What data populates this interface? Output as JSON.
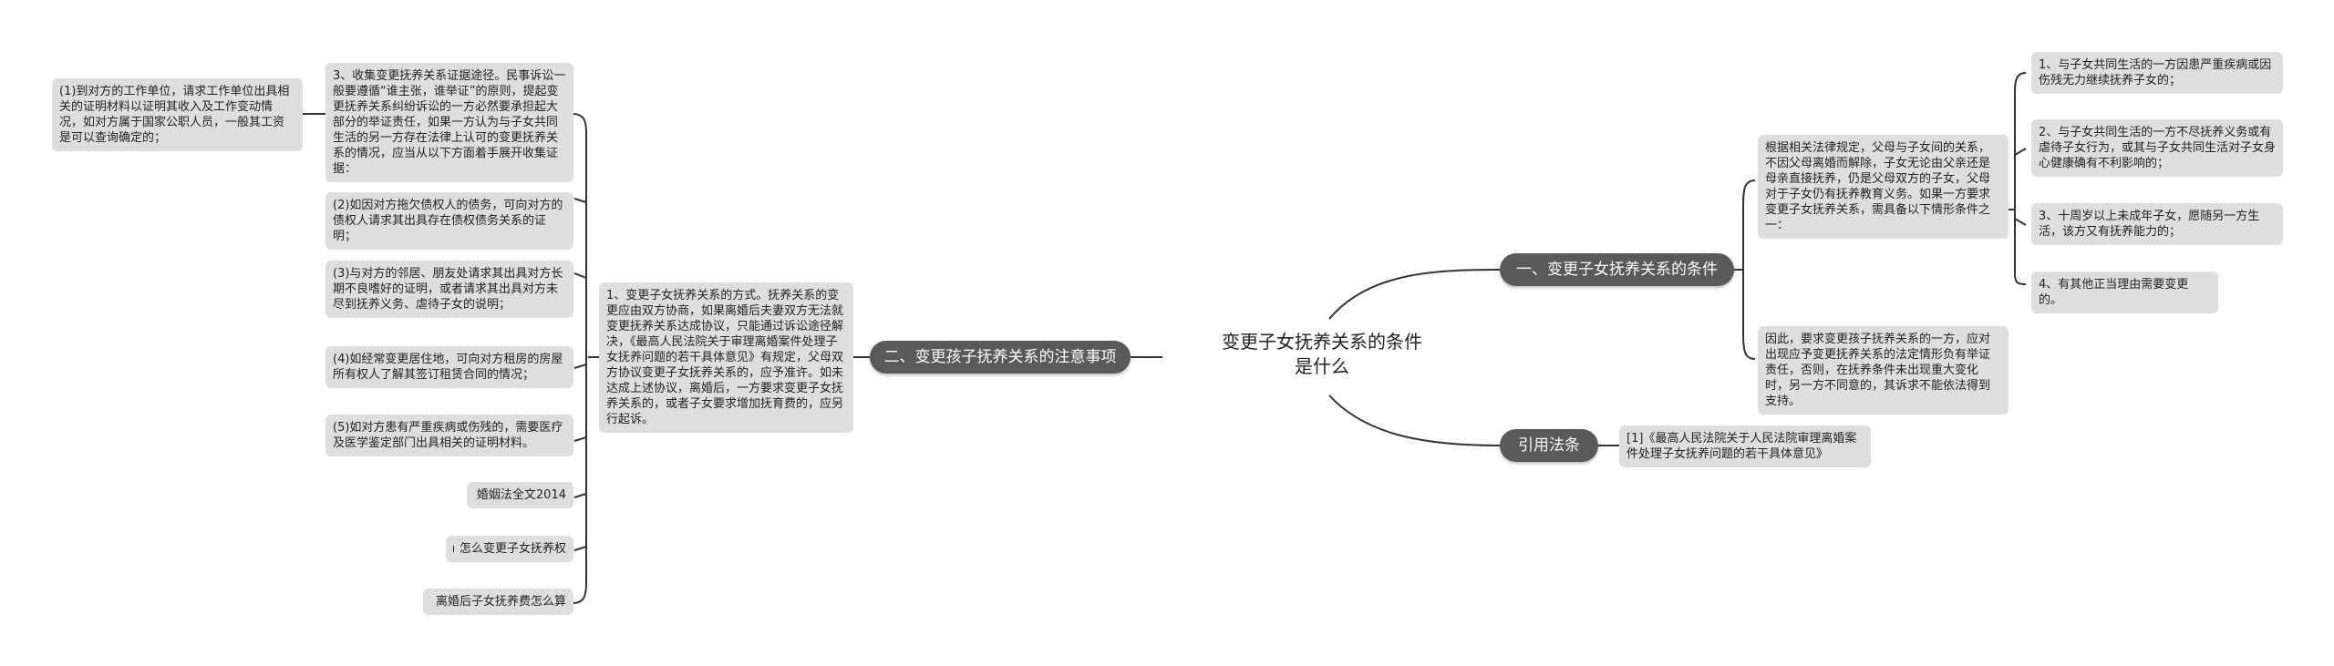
{
  "root": {
    "title_line1": "变更子女抚养关系的条件",
    "title_line2": "是什么"
  },
  "branches": {
    "conditions": {
      "label": "一、变更子女抚养关系的条件",
      "intro": "根据相关法律规定，父母与子女间的关系，不因父母离婚而解除，子女无论由父亲还是母亲直接抚养，仍是父母双方的子女，父母对于子女仍有抚养教育义务。如果一方要求变更子女抚养关系，需具备以下情形条件之一：",
      "items": [
        "1、与子女共同生活的一方因患严重疾病或因伤残无力继续抚养子女的；",
        "2、与子女共同生活的一方不尽抚养义务或有虐待子女行为，或其与子女共同生活对子女身心健康确有不利影响的；",
        "3、十周岁以上未成年子女，愿随另一方生活，该方又有抚养能力的；",
        "4、有其他正当理由需要变更的。"
      ],
      "conclusion": "因此，要求变更孩子抚养关系的一方，应对出现应予变更抚养关系的法定情形负有举证责任，否则，在抚养条件未出现重大变化时，另一方不同意的，其诉求不能依法得到支持。"
    },
    "citation": {
      "label": "引用法条",
      "items": [
        "[1]《最高人民法院关于人民法院审理离婚案件处理子女抚养问题的若干具体意见》"
      ]
    },
    "notes": {
      "label": "二、变更孩子抚养关系的注意事项",
      "method": "1、变更子女抚养关系的方式。抚养关系的变更应由双方协商，如果离婚后夫妻双方无法就变更抚养关系达成协议，只能通过诉讼途径解决，《最高人民法院关于审理离婚案件处理子女抚养问题的若干具体意见》有规定，父母双方协议变更子女抚养关系的，应予准许。如未达成上述协议，离婚后，一方要求变更子女抚养关系的，或者子女要求增加抚育费的，应另行起诉。",
      "evidence_intro": "3、收集变更抚养关系证据途径。民事诉讼一般要遵循“谁主张，谁举证”的原则，提起变更抚养关系纠纷诉讼的一方必然要承担起大部分的举证责任，如果一方认为与子女共同生活的另一方存在法律上认可的变更抚养关系的情况，应当从以下方面着手展开收集证据：",
      "evidence_detail": "(1)到对方的工作单位，请求工作单位出具相关的证明材料以证明其收入及工作变动情况，如对方属于国家公职人员，一般其工资是可以查询确定的；",
      "evidence_items": [
        "(2)如因对方拖欠债权人的债务，可向对方的债权人请求其出具存在债权债务关系的证明；",
        "(3)与对方的邻居、朋友处请求其出具对方长期不良嗜好的证明，或者请求其出具对方未尽到抚养义务、虐待子女的说明；",
        "(4)如经常变更居住地，可向对方租房的房屋所有权人了解其签订租赁合同的情况；",
        "(5)如对方患有严重疾病或伤残的，需要医疗及医学鉴定部门出具相关的证明材料。"
      ],
      "related_links": [
        "婚姻法全文2014",
        "怎么变更子女抚养权",
        "离婚后子女抚养费怎么算"
      ]
    }
  },
  "colors": {
    "branch_fill": "#595959",
    "leaf_fill": "#dedede",
    "line": "#333333",
    "text": "#222222"
  }
}
